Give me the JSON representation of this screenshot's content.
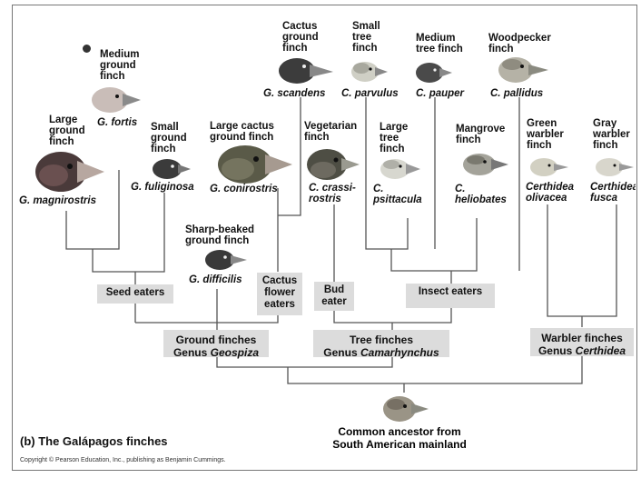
{
  "caption": "(b) The Galápagos finches",
  "copyright": "Copyright © Pearson Education, Inc., publishing as Benjamin Cummings.",
  "ancestor": "Common ancestor from\nSouth American mainland",
  "species": [
    {
      "common": "Large\nground\nfinch",
      "sci": "G. magnirostris"
    },
    {
      "common": "Medium\nground\nfinch",
      "sci": "G. fortis"
    },
    {
      "common": "Small\nground\nfinch",
      "sci": "G. fuliginosa"
    },
    {
      "common": "Sharp-beaked\nground finch",
      "sci": "G. difficilis"
    },
    {
      "common": "Large cactus\nground finch",
      "sci": "G. conirostris"
    },
    {
      "common": "Cactus\nground\nfinch",
      "sci": "G. scandens"
    },
    {
      "common": "Vegetarian\nfinch",
      "sci": "C. crassi-\nrostris"
    },
    {
      "common": "Small\ntree\nfinch",
      "sci": "C. parvulus"
    },
    {
      "common": "Large\ntree\nfinch",
      "sci": "C.\npsittacula"
    },
    {
      "common": "Medium\ntree finch",
      "sci": "C. pauper"
    },
    {
      "common": "Mangrove\nfinch",
      "sci": "C.\nheliobates"
    },
    {
      "common": "Woodpecker\nfinch",
      "sci": "C. pallidus"
    },
    {
      "common": "Green\nwarbler\nfinch",
      "sci": "Certhidea\nolivacea"
    },
    {
      "common": "Gray\nwarbler\nfinch",
      "sci": "Certhidea\nfusca"
    }
  ],
  "diets": {
    "seed": "Seed eaters",
    "cactus": "Cactus\nflower\neaters",
    "bud": "Bud\neater",
    "insect": "Insect eaters"
  },
  "genera": {
    "ground": {
      "line1": "Ground finches",
      "prefix": "Genus ",
      "genus": "Geospiza"
    },
    "tree": {
      "line1": "Tree finches",
      "prefix": "Genus ",
      "genus": "Camarhynchus"
    },
    "warbler": {
      "line1": "Warbler finches",
      "prefix": "Genus ",
      "genus": "Certhidea"
    }
  },
  "colors": {
    "line": "#555555",
    "box": "#dcdcdc"
  }
}
